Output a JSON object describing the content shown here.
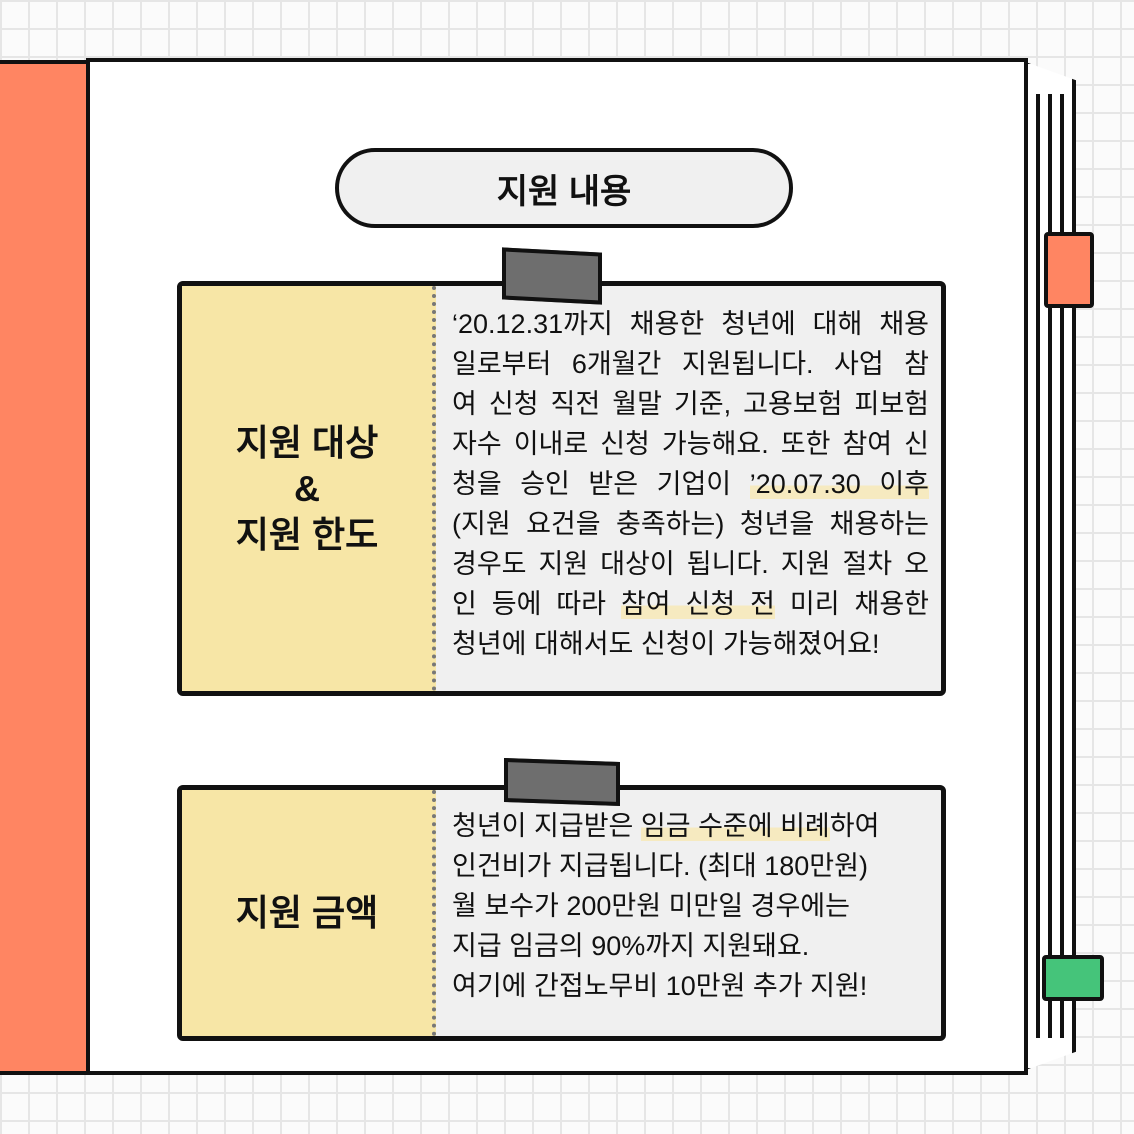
{
  "title": "지원 내용",
  "colors": {
    "spine": "#ff8562",
    "tab_orange": "#ff8562",
    "tab_green": "#45c47a",
    "label_bg": "#f7e6a6",
    "highlight": "#f6eac0"
  },
  "section1": {
    "label_lines": [
      "지원 대상",
      "&",
      "지원 한도"
    ],
    "lines": [
      {
        "pre": "‘20.12.31까지 채용한 청년에 대해 채용",
        "hl": "",
        "post": ""
      },
      {
        "pre": "일로부터 6개월간 지원됩니다. 사업 참",
        "hl": "",
        "post": ""
      },
      {
        "pre": "여 신청 직전 월말 기준, 고용보험 피보험",
        "hl": "",
        "post": ""
      },
      {
        "pre": "자수 이내로 신청 가능해요. 또한 참여 신",
        "hl": "",
        "post": ""
      },
      {
        "pre": "청을 승인 받은 기업이 ",
        "hl": "’20.07.30 이후",
        "post": ""
      },
      {
        "pre": "(지원 요건을 충족하는) 청년을 채용하는",
        "hl": "",
        "post": ""
      },
      {
        "pre": "경우도 지원 대상이 됩니다. 지원 절차 오",
        "hl": "",
        "post": ""
      },
      {
        "pre": "인 등에 따라 ",
        "hl": "참여 신청 전",
        "post": " 미리 채용한"
      },
      {
        "pre": "청년에 대해서도 신청이 가능해졌어요!",
        "hl": "",
        "post": ""
      }
    ]
  },
  "section2": {
    "label_lines": [
      "지원 금액"
    ],
    "lines": [
      {
        "pre": "청년이 지급받은 ",
        "hl": "임금 수준에 비례",
        "post": "하여"
      },
      {
        "pre": "인건비가 지급됩니다. (최대 180만원)",
        "hl": "",
        "post": ""
      },
      {
        "pre": "월 보수가 200만원 미만일 경우에는",
        "hl": "",
        "post": ""
      },
      {
        "pre": "지급 임금의 90%까지 지원돼요.",
        "hl": "",
        "post": ""
      },
      {
        "pre": "여기에 간접노무비 10만원 추가 지원!",
        "hl": "",
        "post": ""
      }
    ]
  }
}
